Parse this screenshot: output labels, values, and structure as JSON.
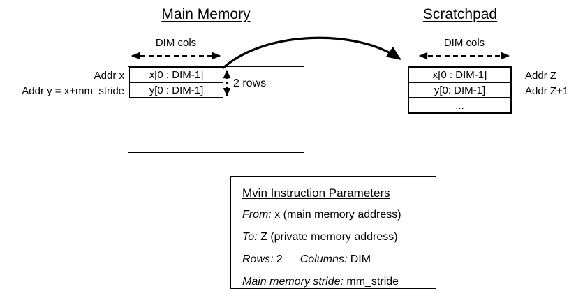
{
  "main_memory": {
    "heading": "Main Memory",
    "dim_cols_label": "DIM cols",
    "rows_label": "2 rows",
    "addr_labels": [
      "Addr x",
      "Addr y = x+mm_stride"
    ],
    "cells": [
      "x[0 : DIM-1]",
      "y[0 : DIM-1]"
    ]
  },
  "scratchpad": {
    "heading": "Scratchpad",
    "dim_cols_label": "DIM cols",
    "addr_labels": [
      "Addr Z",
      "Addr Z+1"
    ],
    "cells": [
      "x[0 : DIM-1]",
      "y[0: DIM-1]",
      "..."
    ]
  },
  "params": {
    "title": "Mvin Instruction Parameters",
    "rows": [
      {
        "key": "From:",
        "value": "x (main memory address)"
      },
      {
        "key": "To:",
        "value": "Z (private memory address)"
      },
      {
        "key": "Rows:",
        "value": "2",
        "key2": "Columns:",
        "value2": "DIM"
      },
      {
        "key": "Main memory stride:",
        "value": "mm_stride"
      }
    ]
  },
  "colors": {
    "stroke": "#000000",
    "background": "#ffffff"
  }
}
